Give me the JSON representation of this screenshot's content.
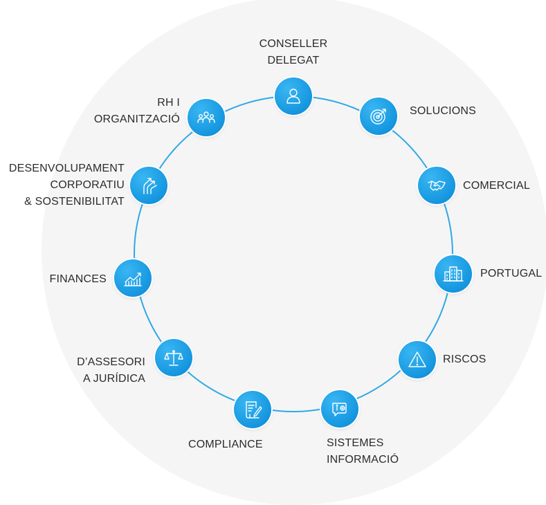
{
  "ring": {
    "items": [
      {
        "id": "conseller",
        "lines": [
          "CONSELLER",
          "DELEGAT"
        ],
        "icon": "person-icon"
      },
      {
        "id": "solucions",
        "lines": [
          "SOLUCIONS"
        ],
        "icon": "target-icon"
      },
      {
        "id": "comercial",
        "lines": [
          "COMERCIAL"
        ],
        "icon": "handshake-icon"
      },
      {
        "id": "portugal",
        "lines": [
          "PORTUGAL"
        ],
        "icon": "buildings-icon"
      },
      {
        "id": "riscos",
        "lines": [
          "RISCOS"
        ],
        "icon": "warning-icon"
      },
      {
        "id": "sistemes",
        "lines": [
          "SISTEMES",
          "INFORMACIÓ"
        ],
        "icon": "info-chat-icon"
      },
      {
        "id": "compliance",
        "lines": [
          "COMPLIANCE"
        ],
        "icon": "document-pen-icon"
      },
      {
        "id": "assessoria",
        "lines": [
          "D’ASSESORI",
          "A JURÍDICA"
        ],
        "icon": "scales-icon"
      },
      {
        "id": "finances",
        "lines": [
          "FINANCES"
        ],
        "icon": "growth-chart-icon"
      },
      {
        "id": "desenvolupament",
        "lines": [
          "DESENVOLUPAMENT",
          "CORPORATIU",
          "& SOSTENIBILITAT"
        ],
        "icon": "hands-growth-icon"
      },
      {
        "id": "rh",
        "lines": [
          "RH I",
          "ORGANITZACIÓ"
        ],
        "icon": "team-icon"
      }
    ]
  },
  "colors": {
    "ring": "#2fa8e6",
    "node": "#1596df",
    "background_disc": "#f5f5f5",
    "text": "#2b2b2b"
  }
}
